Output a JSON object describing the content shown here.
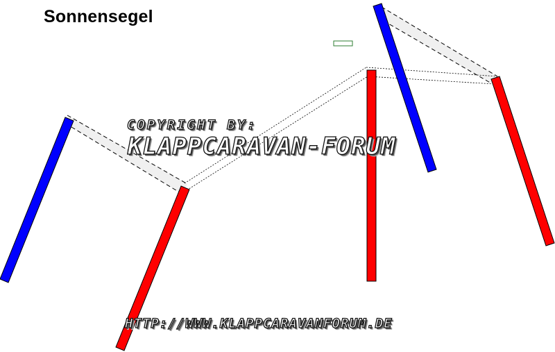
{
  "title": "Sonnensegel",
  "watermark": {
    "line1": "COPYRIGHT BY:",
    "line2": "KLAPPCARAVAN-FORUM",
    "url": "HTTP://WWW.KLAPPCARAVANFORUM.DE"
  },
  "colors": {
    "pole_red": "#ff0000",
    "pole_blue": "#0000ff",
    "sail_fill": "#f0f0f0",
    "line": "#000000",
    "marker": "#2e7d32"
  }
}
